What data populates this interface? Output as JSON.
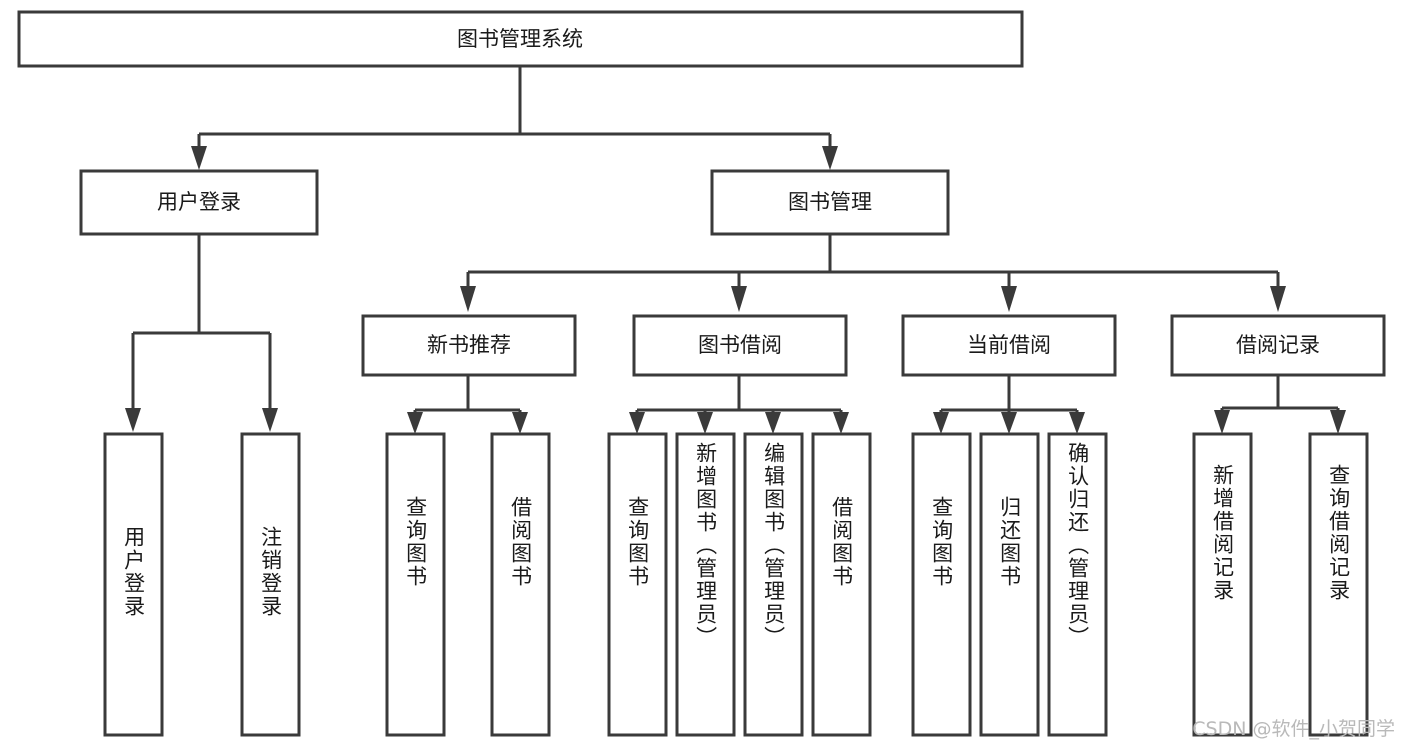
{
  "diagram": {
    "title": "图书管理系统",
    "type": "tree-hierarchy-chart",
    "watermark": "CSDN @软件_小贺同学",
    "colors": {
      "box_stroke": "#3a3a3a",
      "box_fill": "#ffffff",
      "text": "#1a1a1a",
      "background": "#ffffff",
      "watermark": "#b9b9b9"
    },
    "root": {
      "label": "图书管理系统"
    },
    "level2": [
      {
        "label": "用户登录"
      },
      {
        "label": "图书管理"
      }
    ],
    "level3": [
      {
        "label": "新书推荐"
      },
      {
        "label": "图书借阅"
      },
      {
        "label": "当前借阅"
      },
      {
        "label": "借阅记录"
      }
    ],
    "leaves": {
      "user_login": [
        {
          "label": "用户登录"
        },
        {
          "label": "注销登录"
        }
      ],
      "new_book_recommend": [
        {
          "label": "查询图书"
        },
        {
          "label": "借阅图书"
        }
      ],
      "book_borrow": [
        {
          "label": "查询图书"
        },
        {
          "label": "新增图书（管理员）"
        },
        {
          "label": "编辑图书（管理员）"
        },
        {
          "label": "借阅图书"
        }
      ],
      "current_borrow": [
        {
          "label": "查询图书"
        },
        {
          "label": "归还图书"
        },
        {
          "label": "确认归还（管理员）"
        }
      ],
      "borrow_records": [
        {
          "label": "新增借阅记录"
        },
        {
          "label": "查询借阅记录"
        }
      ]
    }
  }
}
